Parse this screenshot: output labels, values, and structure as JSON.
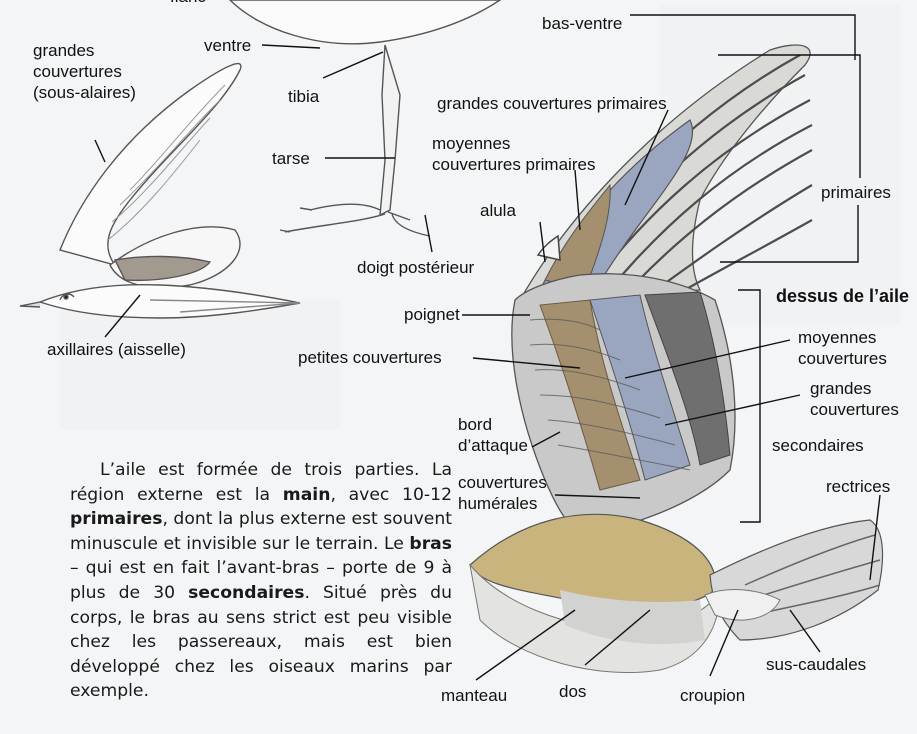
{
  "labels": {
    "top_cut": "flanc",
    "grandes_couv_sous": [
      "grandes",
      "couvertures",
      "(sous-alaires)"
    ],
    "axillaires": "axillaires (aisselle)",
    "ventre": "ventre",
    "tibia": "tibia",
    "tarse": "tarse",
    "doigt": "doigt postérieur",
    "bas_ventre": "bas-ventre",
    "grandes_couv_prim": "grandes couvertures primaires",
    "moyennes_couv_prim": [
      "moyennes",
      "couvertures primaires"
    ],
    "alula": "alula",
    "primaires": "primaires",
    "dessus": "dessus de l’aile",
    "poignet": "poignet",
    "petites_couv": "petites couvertures",
    "moyennes_couv": [
      "moyennes",
      "couvertures"
    ],
    "grandes_couv": [
      "grandes",
      "couvertures"
    ],
    "bord": [
      "bord",
      "d’attaque"
    ],
    "secondaires": "secondaires",
    "couv_hum": [
      "couvertures",
      "humérales"
    ],
    "rectrices": "rectrices",
    "sus_caudales": "sus-caudales",
    "manteau": "manteau",
    "dos": "dos",
    "croupion": "croupion"
  },
  "paragraph": {
    "p1": "L’aile est formée de trois parties. La région externe est la ",
    "main": "main",
    "p2": ", avec 10-12 ",
    "primaires": "primaires",
    "p3": ", dont la plus externe est souvent minuscule et invisible sur le terrain. Le ",
    "bras": "bras",
    "p4": " – qui est en fait l’avant-bras – porte de 9 à plus de 30 ",
    "secondaires": "secondaires",
    "p5": ". Situé près du corps, le bras au sens strict est peu visible chez les passereaux, mais est bien développé chez les oiseaux marins par exemple."
  },
  "colors": {
    "page": "#f4f5f6",
    "buff": "#c9b47e",
    "gray_blue": "#9aa6bf",
    "brown": "#a48f6f",
    "dark_gray": "#6f6f70",
    "light_gray": "#c9c9c9"
  }
}
